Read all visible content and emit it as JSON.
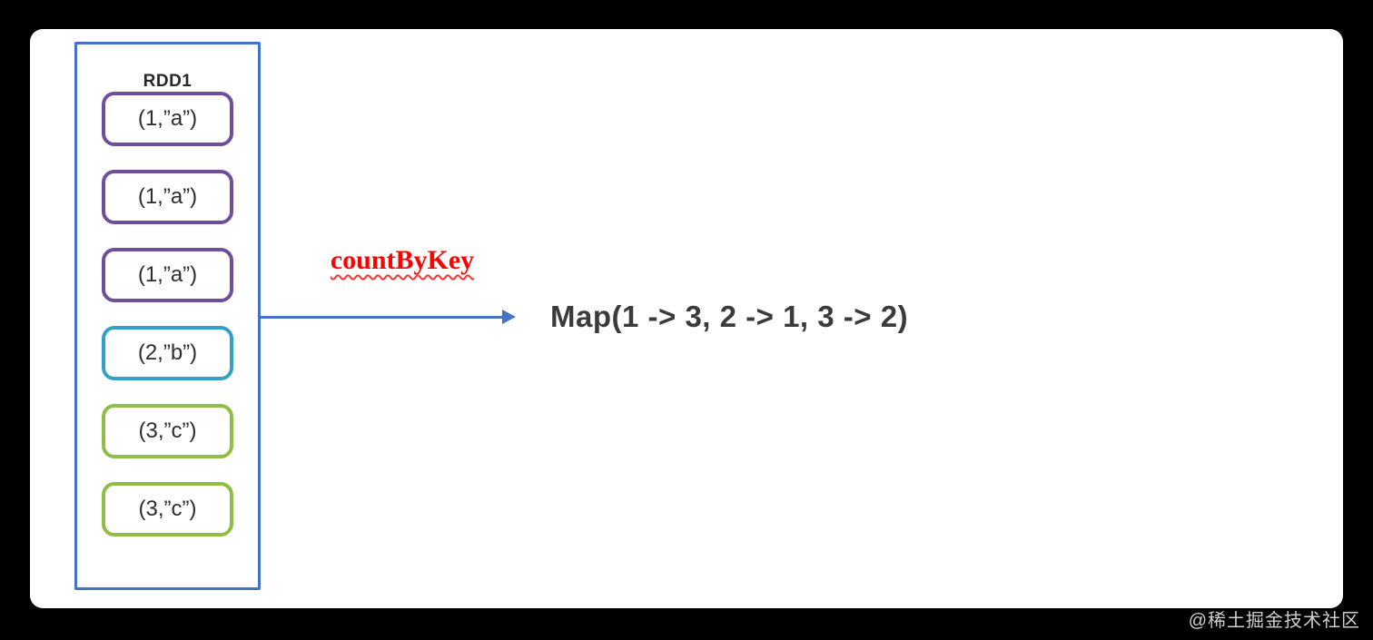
{
  "colors": {
    "background": "#000000",
    "card": "#ffffff",
    "container_border": "#4472C4",
    "arrow": "#4472C4",
    "operation_text": "#FF0000",
    "result_text": "#3b3b3b",
    "purple": "#6F4E9C",
    "teal": "#31A2C6",
    "green": "#8FBE45"
  },
  "diagram": {
    "rdd": {
      "title": "RDD1",
      "items": [
        {
          "label": "(1,”a”)",
          "border_color": "#6F4E9C"
        },
        {
          "label": "(1,”a”)",
          "border_color": "#6F4E9C"
        },
        {
          "label": "(1,”a”)",
          "border_color": "#6F4E9C"
        },
        {
          "label": "(2,”b”)",
          "border_color": "#31A2C6"
        },
        {
          "label": "(3,”c”)",
          "border_color": "#8FBE45"
        },
        {
          "label": "(3,”c”)",
          "border_color": "#8FBE45"
        }
      ]
    },
    "operation": {
      "label": "countByKey"
    },
    "result": {
      "label": "Map(1 -> 3, 2 -> 1, 3 -> 2)"
    }
  },
  "watermark": {
    "label": "@稀土掘金技术社区"
  }
}
